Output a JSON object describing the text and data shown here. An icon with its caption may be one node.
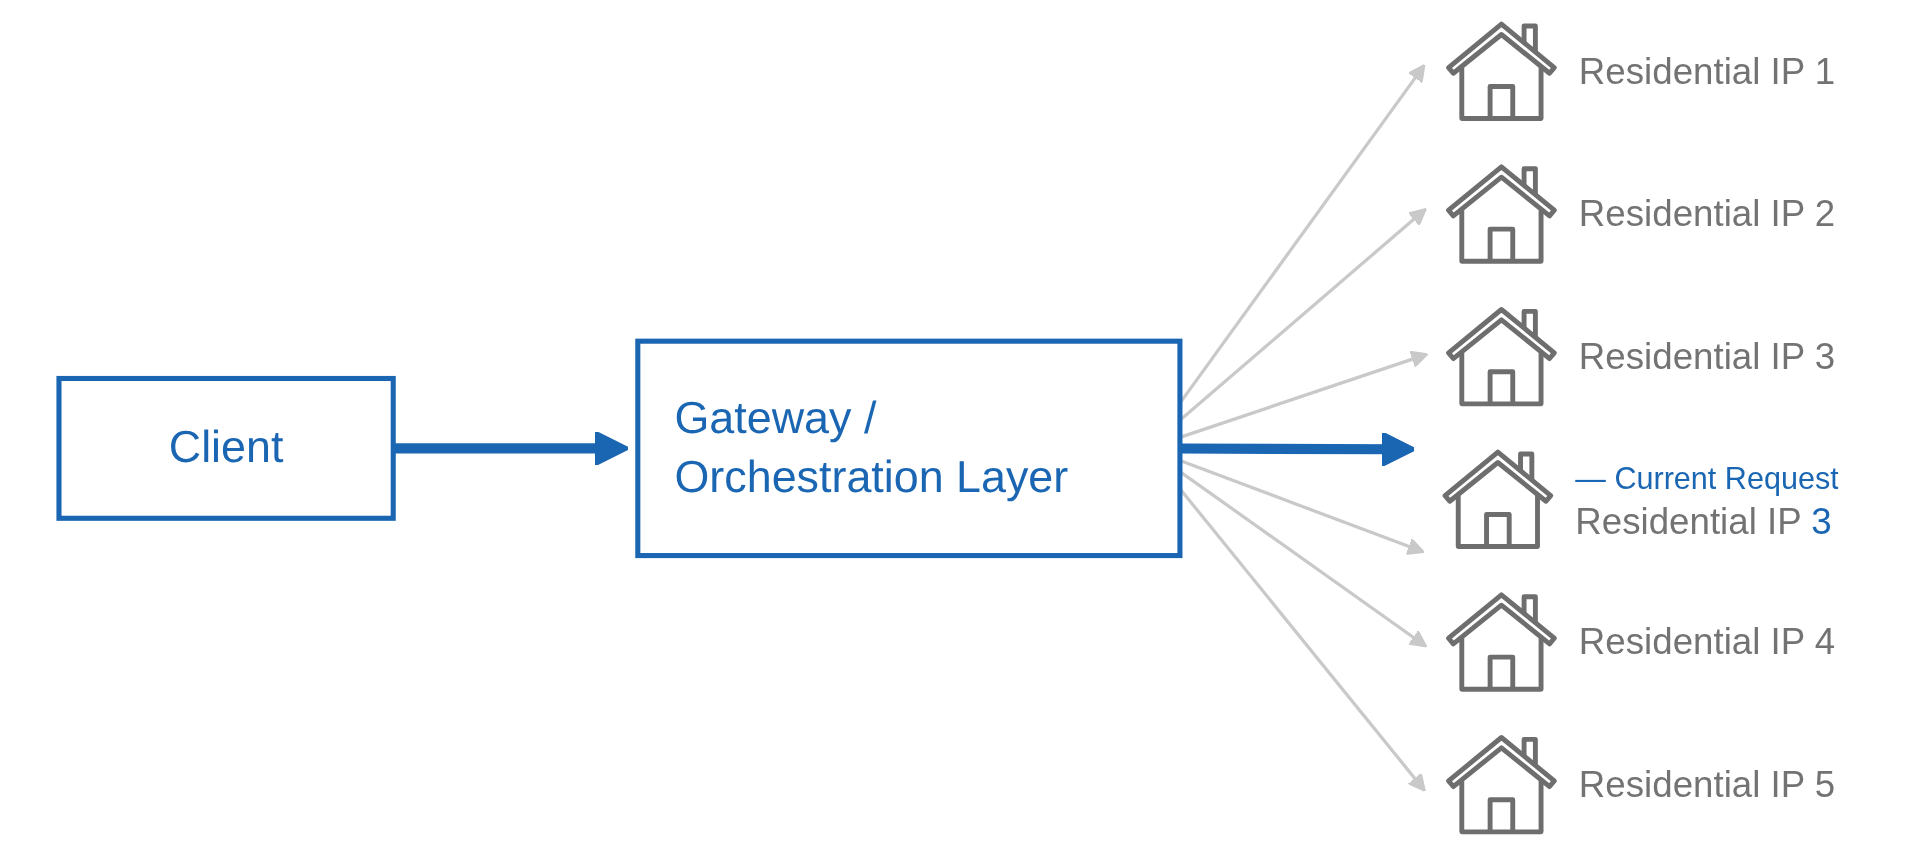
{
  "diagram": {
    "nodes": [
      {
        "text": [
          "Client"
        ]
      },
      {
        "text": [
          "Gateway / Orchestration Layer"
        ]
      },
      {
        "text": [],
        "shape": "house",
        "beside": [
          "Residential IP 1"
        ]
      },
      {
        "text": [],
        "shape": "house",
        "beside": [
          "Residential IP 2"
        ]
      },
      {
        "text": [],
        "shape": "house",
        "beside": [
          "Residential IP 3"
        ]
      },
      {
        "text": [],
        "shape": "house",
        "beside": [
          "— Current Request",
          "Residential IP **3**"
        ]
      },
      {
        "text": [],
        "shape": "house",
        "beside": [
          "Residential IP 4"
        ]
      },
      {
        "text": [],
        "shape": "house",
        "beside": [
          "Residential IP 5"
        ]
      }
    ],
    "edges": [
      {
        "from": 0,
        "to": 1,
        "arrow": "to",
        "style": "thick",
        "color": "#1a66b3"
      },
      {
        "from": 1,
        "to": 2,
        "arrow": "to"
      },
      {
        "from": 1,
        "to": 3,
        "arrow": "to"
      },
      {
        "from": 1,
        "to": 4,
        "arrow": "to"
      },
      {
        "from": 1,
        "to": 5,
        "arrow": "to",
        "style": "thick",
        "color": "#1a66b3"
      },
      {
        "from": 1,
        "to": 5,
        "arrow": "to"
      },
      {
        "from": 1,
        "to": 6,
        "arrow": "to"
      },
      {
        "from": 1,
        "to": 7,
        "arrow": "to"
      }
    ]
  }
}
